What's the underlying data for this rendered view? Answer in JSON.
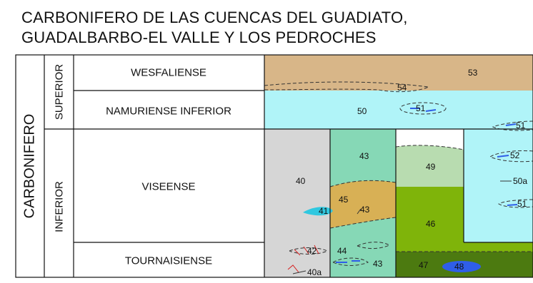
{
  "title": {
    "line1": "CARBONIFERO DE LAS CUENCAS DEL GUADIATO,",
    "line2": "GUADALBARBO-EL VALLE Y LOS PEDROCHES"
  },
  "system": "CARBONIFERO",
  "series": {
    "superior": "SUPERIOR",
    "inferior": "INFERIOR"
  },
  "stages": {
    "wesfaliense": "WESFALIENSE",
    "namuriense": "NAMURIENSE INFERIOR",
    "viseense": "VISEENSE",
    "tournaisiense": "TOURNAISIENSE"
  },
  "units": {
    "u53": "53",
    "u54": "54",
    "u50": "50",
    "u51a": "51",
    "u51b": "51",
    "u51c": "51",
    "u52": "52",
    "u50a": "50a",
    "u40": "40",
    "u41": "41",
    "u42": "42",
    "u40a": "40a",
    "u43a": "43",
    "u45": "45",
    "u43b": "43",
    "u44": "44",
    "u43c": "43",
    "u49": "49",
    "u46": "46",
    "u47": "47",
    "u48": "48"
  },
  "colors": {
    "u53": "#d8b688",
    "u50": "#b0f4f8",
    "u40": "#d6d6d6",
    "u43": "#86d8b6",
    "u45": "#d8b055",
    "u49": "#b8dcb0",
    "u46": "#7fb40a",
    "u47": "#4c7a10",
    "u48": "#2f5ee8",
    "u41": "#30c8e0",
    "u51": "#2f5ee8"
  }
}
